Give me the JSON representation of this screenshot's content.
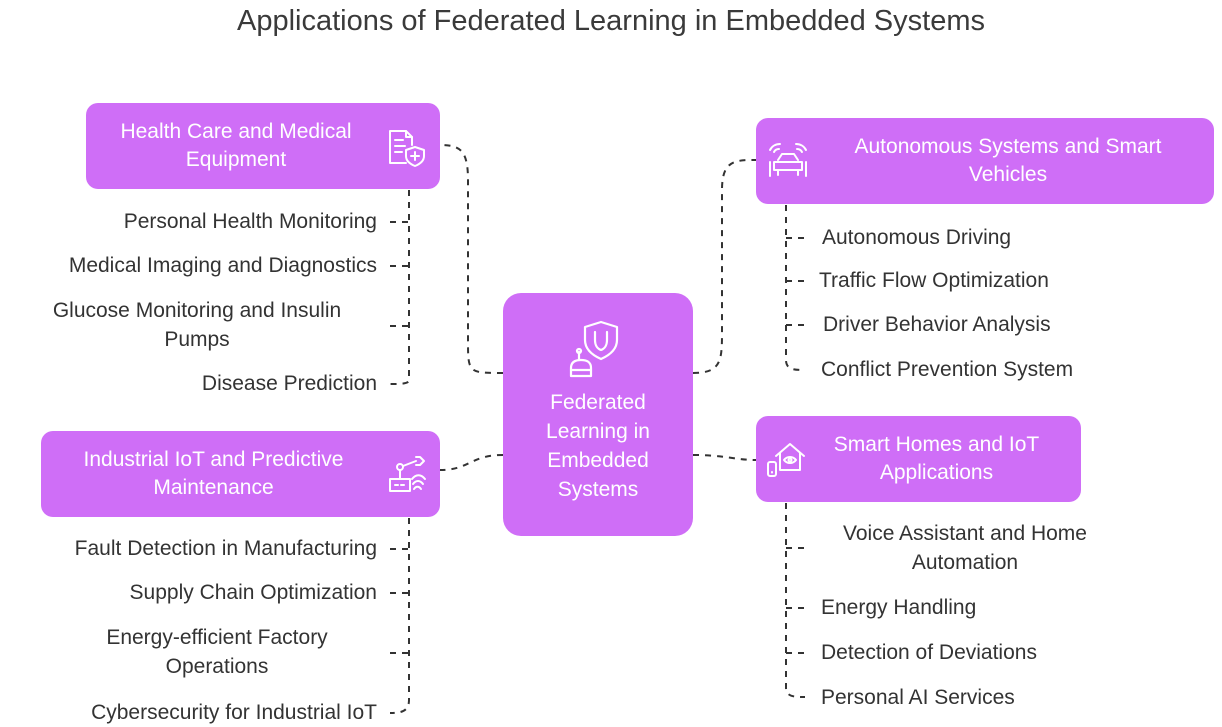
{
  "title": "Applications of Federated Learning in Embedded Systems",
  "center": {
    "line1": "Federated",
    "line2": "Learning in",
    "line3": "Embedded",
    "line4": "Systems",
    "icon": "robot-shield-icon"
  },
  "branches": {
    "health": {
      "line1": "Health Care and Medical",
      "line2": "Equipment",
      "icon": "medical-document-icon",
      "items": [
        "Personal Health Monitoring",
        "Medical Imaging and Diagnostics",
        "Glucose Monitoring and Insulin",
        "Pumps",
        "Disease Prediction"
      ]
    },
    "industrial": {
      "line1": "Industrial IoT and Predictive",
      "line2": "Maintenance",
      "icon": "robot-arm-icon",
      "items": [
        "Fault Detection in Manufacturing",
        "Supply Chain Optimization",
        "Energy-efficient Factory",
        "Operations",
        "Cybersecurity for Industrial IoT"
      ]
    },
    "autonomous": {
      "line1": "Autonomous Systems and Smart",
      "line2": "Vehicles",
      "icon": "car-signal-icon",
      "items": [
        "Autonomous Driving",
        "Traffic Flow Optimization",
        "Driver Behavior Analysis",
        "Conflict Prevention System"
      ]
    },
    "smarthome": {
      "line1": "Smart Homes and IoT",
      "line2": "Applications",
      "icon": "smart-home-icon",
      "items": [
        "Voice Assistant and Home",
        "Automation",
        "Energy Handling",
        "Detection of Deviations",
        "Personal AI Services"
      ]
    }
  },
  "colors": {
    "box": "#cf6ef7",
    "text": "#333333",
    "connector": "#333333"
  }
}
